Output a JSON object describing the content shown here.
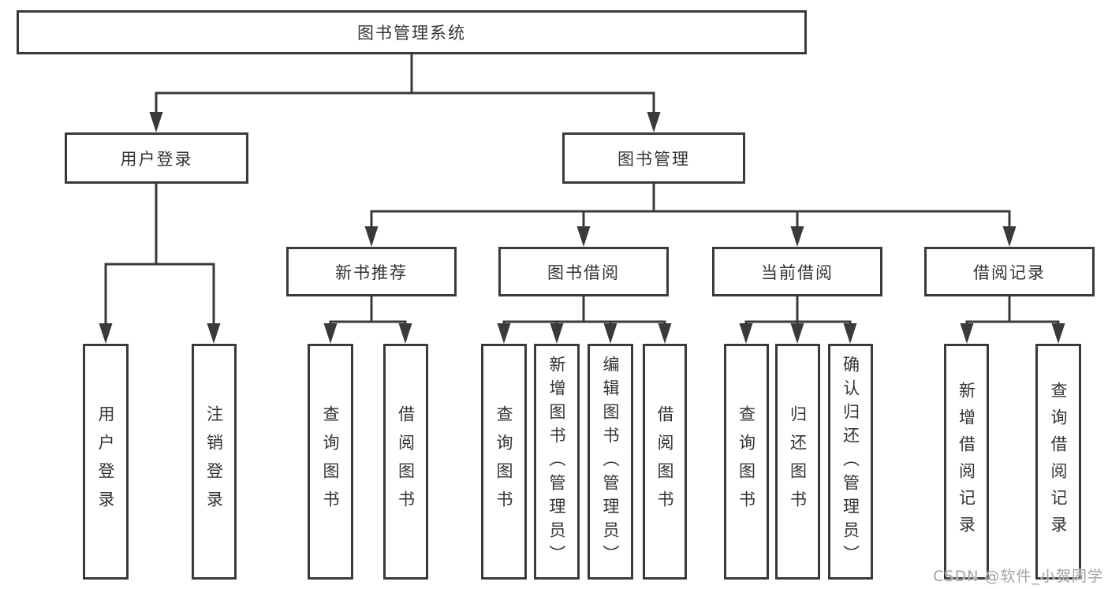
{
  "diagram": {
    "title": "图书管理系统",
    "line_color": "#3a3a3a",
    "text_color": "#333333",
    "box_fill": "#ffffff",
    "level2": [
      {
        "id": "user-login",
        "label": "用户登录"
      },
      {
        "id": "book-mgmt",
        "label": "图书管理"
      }
    ],
    "level3": [
      {
        "id": "new-book-rec",
        "label": "新书推荐",
        "parent": "book-mgmt"
      },
      {
        "id": "book-borrow",
        "label": "图书借阅",
        "parent": "book-mgmt"
      },
      {
        "id": "current-borrow",
        "label": "当前借阅",
        "parent": "book-mgmt"
      },
      {
        "id": "borrow-record",
        "label": "借阅记录",
        "parent": "book-mgmt"
      }
    ],
    "leaves": [
      {
        "id": "leaf-user-login",
        "label": "用户登录",
        "parent": "user-login"
      },
      {
        "id": "leaf-logout",
        "label": "注销登录",
        "parent": "user-login"
      },
      {
        "id": "leaf-rec-query-book",
        "label": "查询图书",
        "parent": "new-book-rec"
      },
      {
        "id": "leaf-rec-borrow-book",
        "label": "借阅图书",
        "parent": "new-book-rec"
      },
      {
        "id": "leaf-bb-query-book",
        "label": "查询图书",
        "parent": "book-borrow"
      },
      {
        "id": "leaf-bb-add-book",
        "label": "新增图书（管理员）",
        "parent": "book-borrow"
      },
      {
        "id": "leaf-bb-edit-book",
        "label": "编辑图书（管理员）",
        "parent": "book-borrow"
      },
      {
        "id": "leaf-bb-borrow-book",
        "label": "借阅图书",
        "parent": "book-borrow"
      },
      {
        "id": "leaf-cb-query-book",
        "label": "查询图书",
        "parent": "current-borrow"
      },
      {
        "id": "leaf-cb-return-book",
        "label": "归还图书",
        "parent": "current-borrow"
      },
      {
        "id": "leaf-cb-confirm-return",
        "label": "确认归还（管理员）",
        "parent": "current-borrow"
      },
      {
        "id": "leaf-br-add-record",
        "label": "新增借阅记录",
        "parent": "borrow-record"
      },
      {
        "id": "leaf-br-query-record",
        "label": "查询借阅记录",
        "parent": "borrow-record"
      }
    ]
  },
  "watermark": {
    "text": "CSDN @软件_小贺同学"
  }
}
